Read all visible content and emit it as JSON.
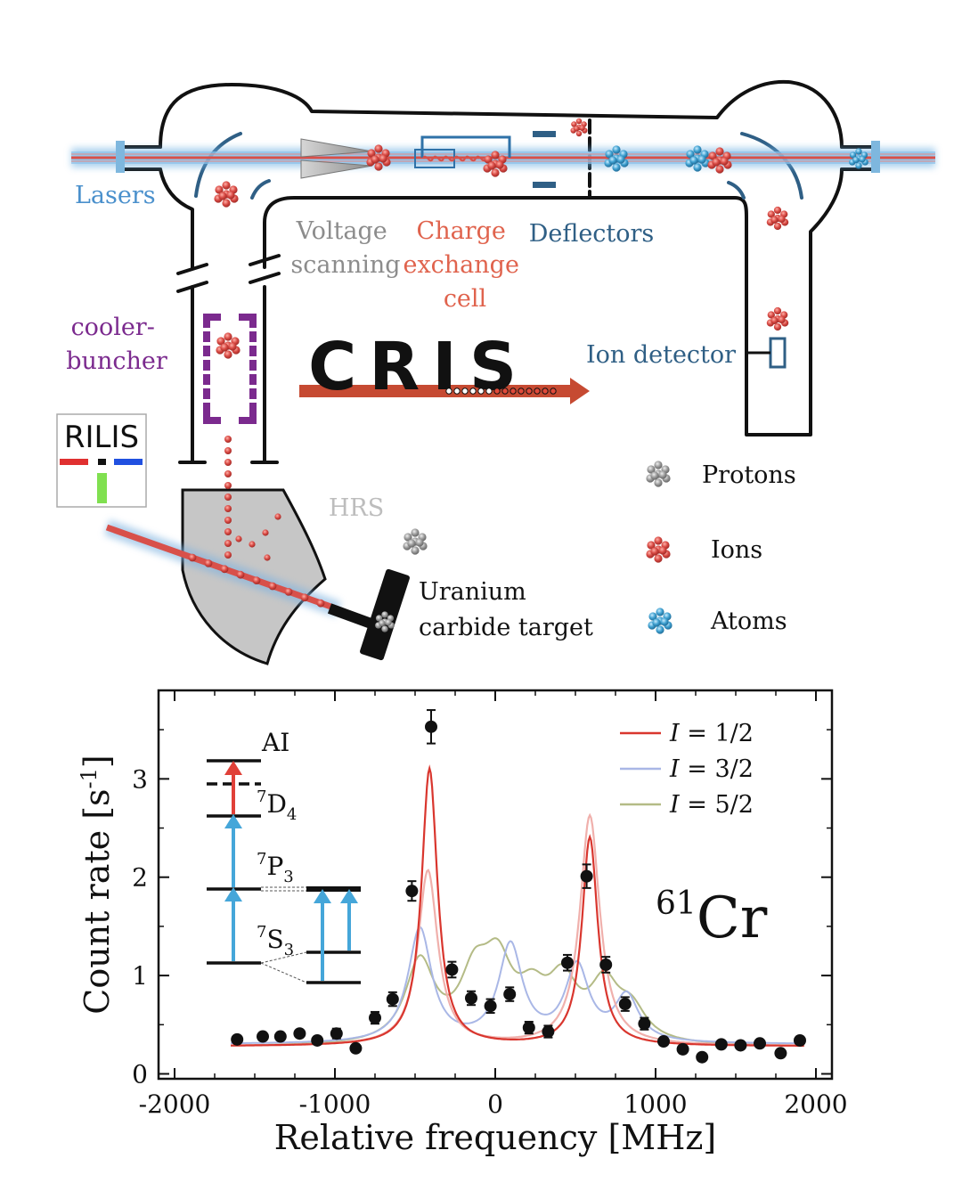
{
  "labels": {
    "lasers": "Lasers",
    "voltage_line1": "Voltage",
    "voltage_line2": "scanning",
    "charge_line1": "Charge",
    "charge_line2": "exchange",
    "charge_line3": "cell",
    "deflectors": "Deflectors",
    "cooler_line1": "cooler-",
    "cooler_line2": "buncher",
    "ion_detector": "Ion detector",
    "hrs": "HRS",
    "target_line1": "Uranium",
    "target_line2": "carbide target",
    "rilis": "RILIS",
    "cris_logo": "CRIS"
  },
  "legend_particles": [
    {
      "label": "Protons",
      "kind": "protons"
    },
    {
      "label": "Ions",
      "kind": "ions"
    },
    {
      "label": "Atoms",
      "kind": "atoms"
    }
  ],
  "colors": {
    "beamline": "#111111",
    "laser_blue": "#5aa0d8",
    "laser_red": "#d8504a",
    "ion_red": "#d84a44",
    "atom_blue": "#3fa0d0",
    "proton_grey": "#9a9a9a",
    "cooler_purple": "#7b2a8e",
    "deflector_blue": "#2f5f85",
    "charge_red": "#e0634d",
    "voltage_grey": "#8c8c8c",
    "target_grey": "#c6c6c6",
    "rilis_red": "#e03030",
    "rilis_blue": "#2050e0",
    "rilis_green": "#80e050"
  },
  "chart_data": {
    "type": "scatter",
    "title": "",
    "annotation": {
      "mass": "61",
      "element": "Cr"
    },
    "xlabel": "Relative frequency [MHz]",
    "ylabel": "Count rate [s",
    "ylabel_sup": "-1",
    "ylabel_end": "]",
    "xlim": [
      -2100,
      2100
    ],
    "ylim": [
      -0.05,
      3.9
    ],
    "xticks": [
      -2000,
      -1000,
      0,
      1000,
      2000
    ],
    "xtick_labels": [
      "-2000",
      "-1000",
      "0",
      "1000",
      "2000"
    ],
    "yticks": [
      0,
      1,
      2,
      3
    ],
    "ytick_labels": [
      "0",
      "1",
      "2",
      "3"
    ],
    "points": {
      "x": [
        -1610,
        -1450,
        -1340,
        -1220,
        -1110,
        -990,
        -870,
        -750,
        -640,
        -520,
        -400,
        -270,
        -150,
        -30,
        90,
        210,
        330,
        450,
        570,
        690,
        810,
        930,
        1050,
        1170,
        1290,
        1410,
        1530,
        1650,
        1780,
        1900
      ],
      "y": [
        0.35,
        0.38,
        0.38,
        0.41,
        0.34,
        0.41,
        0.26,
        0.57,
        0.76,
        1.86,
        3.53,
        1.06,
        0.77,
        0.69,
        0.81,
        0.47,
        0.43,
        1.13,
        2.01,
        1.11,
        0.71,
        0.51,
        0.33,
        0.25,
        0.17,
        0.3,
        0.29,
        0.31,
        0.21,
        0.34
      ],
      "yerr": [
        0.03,
        0.03,
        0.03,
        0.03,
        0.03,
        0.05,
        0.03,
        0.06,
        0.07,
        0.1,
        0.17,
        0.08,
        0.07,
        0.07,
        0.07,
        0.06,
        0.06,
        0.08,
        0.12,
        0.08,
        0.07,
        0.06,
        0.03,
        0.03,
        0.03,
        0.03,
        0.03,
        0.03,
        0.03,
        0.03
      ]
    },
    "series": [
      {
        "name": "I = 1/2",
        "label_var": "I",
        "label_rest": " = 1/2",
        "color": "#d9362e",
        "width": 2.2,
        "baseline": 0.28,
        "peaks": [
          {
            "center": -410,
            "amp": 2.82,
            "gamma": 60
          },
          {
            "center": 590,
            "amp": 2.12,
            "gamma": 60
          }
        ]
      },
      {
        "name": "I = 3/2",
        "label_var": "I",
        "label_rest": " = 3/2",
        "color": "#a9b7e6",
        "width": 2,
        "baseline": 0.3,
        "peaks": [
          {
            "center": -470,
            "amp": 1.16,
            "gamma": 90
          },
          {
            "center": 95,
            "amp": 0.98,
            "gamma": 90
          },
          {
            "center": 510,
            "amp": 0.76,
            "gamma": 90
          },
          {
            "center": 820,
            "amp": 0.46,
            "gamma": 90
          }
        ]
      },
      {
        "name": "I = 5/2",
        "label_var": "I",
        "label_rest": " = 5/2",
        "color": "#b4bb86",
        "width": 2,
        "baseline": 0.27,
        "peaks": [
          {
            "center": -470,
            "amp": 0.82,
            "gamma": 110
          },
          {
            "center": -130,
            "amp": 0.6,
            "gamma": 110
          },
          {
            "center": 15,
            "amp": 0.7,
            "gamma": 110
          },
          {
            "center": 230,
            "amp": 0.4,
            "gamma": 110
          },
          {
            "center": 420,
            "amp": 0.56,
            "gamma": 110
          },
          {
            "center": 680,
            "amp": 0.55,
            "gamma": 110
          },
          {
            "center": 850,
            "amp": 0.3,
            "gamma": 110
          }
        ]
      },
      {
        "name": "I = 1/2 (pale)",
        "legend": false,
        "color": "#f0b0ac",
        "width": 2.2,
        "baseline": 0.28,
        "peaks": [
          {
            "center": -420,
            "amp": 1.78,
            "gamma": 75
          },
          {
            "center": 590,
            "amp": 2.34,
            "gamma": 75
          }
        ]
      }
    ],
    "level_scheme": {
      "levels": [
        "AI",
        "7D4",
        "7P3",
        "7S3"
      ],
      "AI": "AI",
      "D": {
        "sup": "7",
        "main": "D",
        "sub": "4"
      },
      "P": {
        "sup": "7",
        "main": "P",
        "sub": "3"
      },
      "S": {
        "sup": "7",
        "main": "S",
        "sub": "3"
      }
    }
  }
}
